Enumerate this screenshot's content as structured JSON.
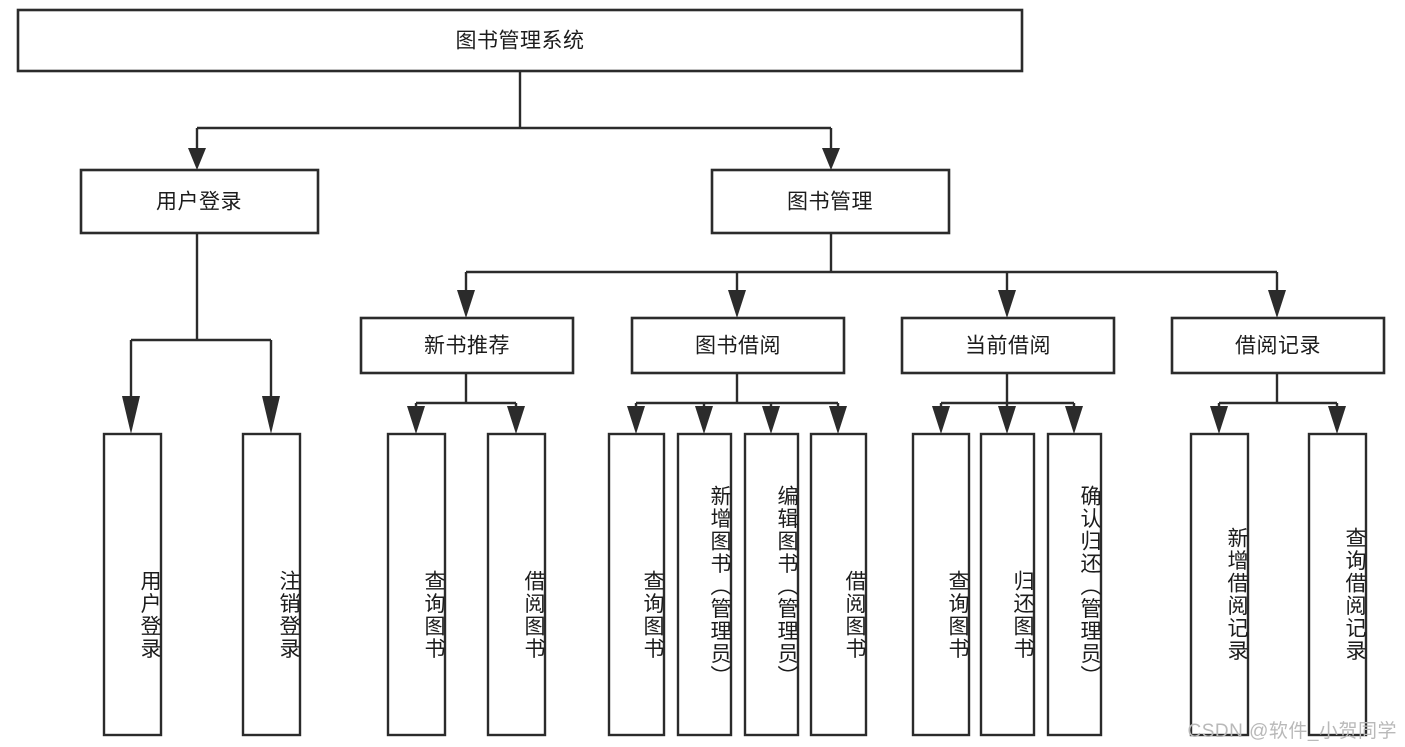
{
  "diagram": {
    "title_node": {
      "label": "图书管理系统"
    },
    "colors": {
      "stroke": "#2b2b2b",
      "box_fill": "#ffffff",
      "text": "#1c1c1c",
      "background": "#ffffff",
      "watermark": "#b9b9b9"
    },
    "level2": [
      {
        "label": "用户登录"
      },
      {
        "label": "图书管理"
      }
    ],
    "level3": [
      {
        "label": "新书推荐"
      },
      {
        "label": "图书借阅"
      },
      {
        "label": "当前借阅"
      },
      {
        "label": "借阅记录"
      }
    ],
    "leaves": {
      "user_login": [
        {
          "label": "用户登录"
        },
        {
          "label": "注销登录"
        }
      ],
      "new_book_recommend": [
        {
          "label": "查询图书"
        },
        {
          "label": "借阅图书"
        }
      ],
      "book_borrow": [
        {
          "label": "查询图书"
        },
        {
          "label": "新增图书（管理员）"
        },
        {
          "label": "编辑图书（管理员）"
        },
        {
          "label": "借阅图书"
        }
      ],
      "current_borrow": [
        {
          "label": "查询图书"
        },
        {
          "label": "归还图书"
        },
        {
          "label": "确认归还（管理员）"
        }
      ],
      "borrow_record": [
        {
          "label": "新增借阅记录"
        },
        {
          "label": "查询借阅记录"
        }
      ]
    }
  },
  "watermark": {
    "text": "CSDN @软件_小贺同学"
  }
}
